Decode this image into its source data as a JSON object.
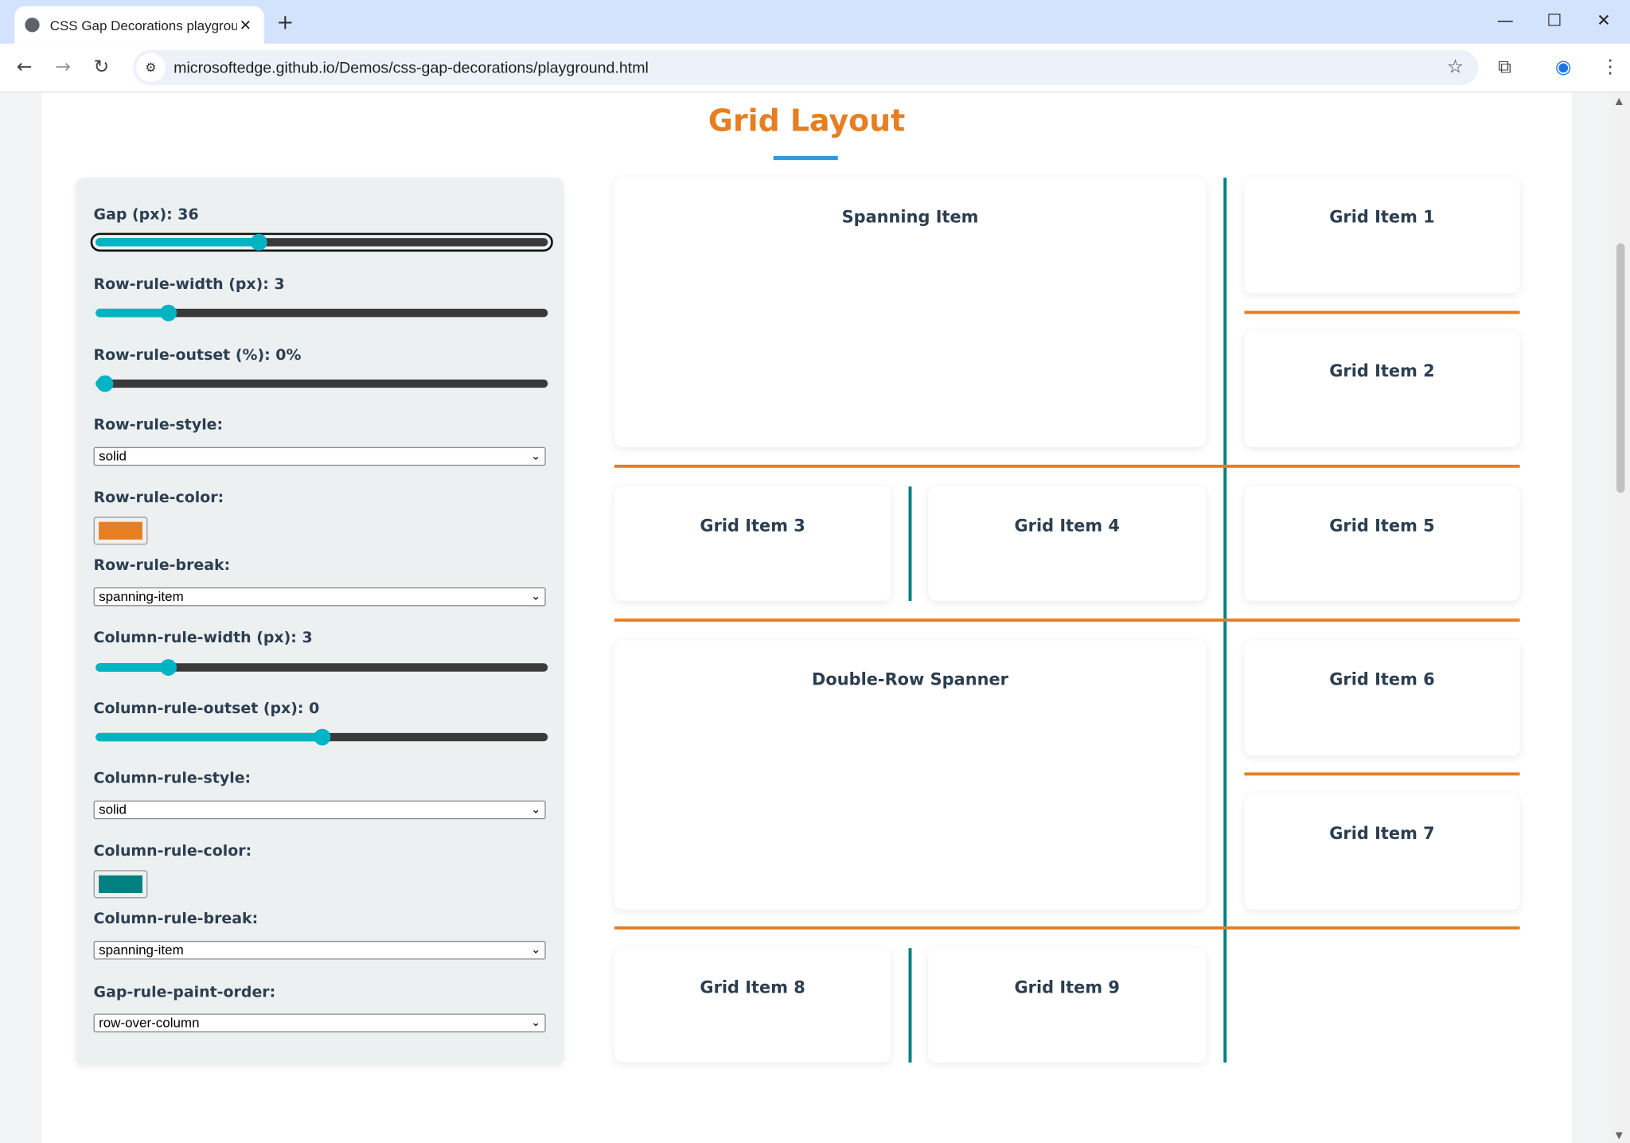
{
  "browser": {
    "tab_title": "CSS Gap Decorations playground",
    "url": "microsoftedge.github.io/Demos/css-gap-decorations/playground.html",
    "icons": [
      "globe-icon",
      "close-icon",
      "plus-icon",
      "back-icon",
      "forward-icon",
      "reload-icon",
      "site-settings-icon",
      "star-icon",
      "extensions-icon",
      "profile-icon",
      "menu-icon",
      "minimize-icon",
      "maximize-icon",
      "close-window-icon"
    ]
  },
  "page": {
    "title": "Grid Layout",
    "colors": {
      "title": "#e67e22",
      "underline": "#3498db",
      "row_rule": "#e67e22",
      "column_rule": "#008080",
      "slider_accent": "#00b4c4"
    }
  },
  "controls": {
    "gap": {
      "label": "Gap (px): 36",
      "value": 36,
      "fill_percent": 36
    },
    "row_rule_width": {
      "label": "Row-rule-width (px): 3",
      "value": 3,
      "fill_percent": 16
    },
    "row_rule_outset": {
      "label": "Row-rule-outset (%): 0%",
      "value": 0,
      "fill_percent": 2
    },
    "row_rule_style": {
      "label": "Row-rule-style:",
      "value": "solid"
    },
    "row_rule_color": {
      "label": "Row-rule-color:",
      "value": "#e67e22"
    },
    "row_rule_break": {
      "label": "Row-rule-break:",
      "value": "spanning-item"
    },
    "column_rule_width": {
      "label": "Column-rule-width (px): 3",
      "value": 3,
      "fill_percent": 16
    },
    "column_rule_outset": {
      "label": "Column-rule-outset (px): 0",
      "value": 0,
      "fill_percent": 50
    },
    "column_rule_style": {
      "label": "Column-rule-style:",
      "value": "solid"
    },
    "column_rule_color": {
      "label": "Column-rule-color:",
      "value": "#008080"
    },
    "column_rule_break": {
      "label": "Column-rule-break:",
      "value": "spanning-item"
    },
    "gap_rule_paint_order": {
      "label": "Gap-rule-paint-order:",
      "value": "row-over-column"
    }
  },
  "grid": {
    "items": [
      "Spanning Item",
      "Grid Item 1",
      "Grid Item 2",
      "Grid Item 3",
      "Grid Item 4",
      "Grid Item 5",
      "Double-Row Spanner",
      "Grid Item 6",
      "Grid Item 7",
      "Grid Item 8",
      "Grid Item 9"
    ]
  }
}
